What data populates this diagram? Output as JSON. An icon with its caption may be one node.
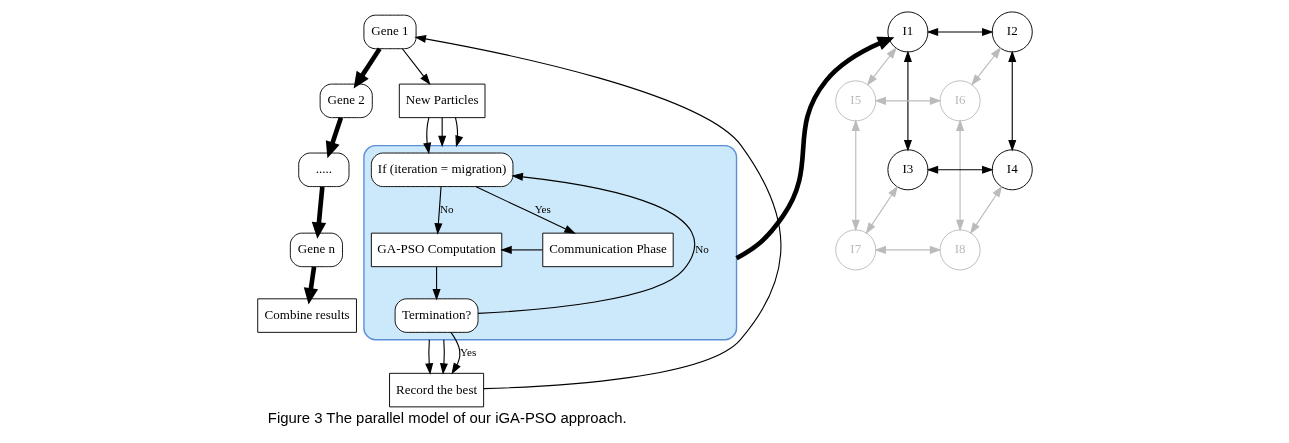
{
  "diagram": {
    "caption": "Figure 3 The parallel model of our iGA-PSO approach.",
    "nodes": [
      {
        "text": [
          "Gene 1"
        ]
      },
      {
        "text": [
          "Gene 2"
        ]
      },
      {
        "text": [
          "....."
        ]
      },
      {
        "text": [
          "Gene n"
        ]
      },
      {
        "text": [
          "Combine results"
        ]
      },
      {
        "text": [
          "New Particles"
        ]
      },
      {
        "text": [],
        "shape": "box"
      },
      {
        "text": [
          "If (iteration = migration)"
        ],
        "in": 6
      },
      {
        "text": [
          "GA-PSO Computation"
        ],
        "in": 6
      },
      {
        "text": [
          "Communication Phase"
        ],
        "in": 6
      },
      {
        "text": [
          "Termination?"
        ],
        "in": 6
      },
      {
        "text": [
          "Record the best"
        ]
      },
      {
        "text": [
          "I1"
        ]
      },
      {
        "text": [
          "I2"
        ]
      },
      {
        "text": [
          "I5"
        ]
      },
      {
        "text": [
          "I6"
        ]
      },
      {
        "text": [
          "I3"
        ]
      },
      {
        "text": [
          "I4"
        ]
      },
      {
        "text": [
          "I7"
        ]
      },
      {
        "text": [
          "I8"
        ]
      }
    ],
    "edges": [
      {
        "from": 0,
        "to": 1,
        "arrow": "to",
        "style": "thick"
      },
      {
        "from": 1,
        "to": 2,
        "arrow": "to",
        "style": "thick"
      },
      {
        "from": 2,
        "to": 3,
        "arrow": "to",
        "style": "thick"
      },
      {
        "from": 3,
        "to": 4,
        "arrow": "to",
        "style": "thick"
      },
      {
        "from": 0,
        "to": 5,
        "arrow": "to"
      },
      {
        "from": 5,
        "to": 7,
        "arrow": "to"
      },
      {
        "from": 5,
        "to": 6,
        "arrow": "to"
      },
      {
        "from": 5,
        "to": 6,
        "arrow": "to"
      },
      {
        "from": 7,
        "to": 8,
        "arrow": "to",
        "label": "No"
      },
      {
        "from": 7,
        "to": 9,
        "arrow": "to",
        "label": "Yes"
      },
      {
        "from": 9,
        "to": 8,
        "arrow": "to"
      },
      {
        "from": 8,
        "to": 10,
        "arrow": "to"
      },
      {
        "from": 10,
        "to": 7,
        "arrow": "to",
        "label": "No"
      },
      {
        "from": 10,
        "to": 11,
        "arrow": "to",
        "label": "Yes"
      },
      {
        "from": 6,
        "to": 11,
        "arrow": "to"
      },
      {
        "from": 6,
        "to": 11,
        "arrow": "to"
      },
      {
        "from": 11,
        "to": 0,
        "arrow": "to"
      },
      {
        "from": 6,
        "to": 12,
        "arrow": "to",
        "style": "thick"
      },
      {
        "from": 12,
        "to": 13,
        "arrow": "both"
      },
      {
        "from": 12,
        "to": 16,
        "arrow": "both"
      },
      {
        "from": 13,
        "to": 17,
        "arrow": "both"
      },
      {
        "from": 16,
        "to": 17,
        "arrow": "both"
      },
      {
        "from": 14,
        "to": 15,
        "arrow": "both",
        "color": "#bbbbbb"
      },
      {
        "from": 14,
        "to": 18,
        "arrow": "both",
        "color": "#bbbbbb"
      },
      {
        "from": 15,
        "to": 19,
        "arrow": "both",
        "color": "#bbbbbb"
      },
      {
        "from": 18,
        "to": 19,
        "arrow": "both",
        "color": "#bbbbbb"
      },
      {
        "from": 12,
        "to": 14,
        "arrow": "both",
        "color": "#bbbbbb"
      },
      {
        "from": 13,
        "to": 15,
        "arrow": "both",
        "color": "#bbbbbb"
      },
      {
        "from": 16,
        "to": 18,
        "arrow": "both",
        "color": "#bbbbbb"
      },
      {
        "from": 17,
        "to": 19,
        "arrow": "both",
        "color": "#bbbbbb"
      }
    ]
  }
}
